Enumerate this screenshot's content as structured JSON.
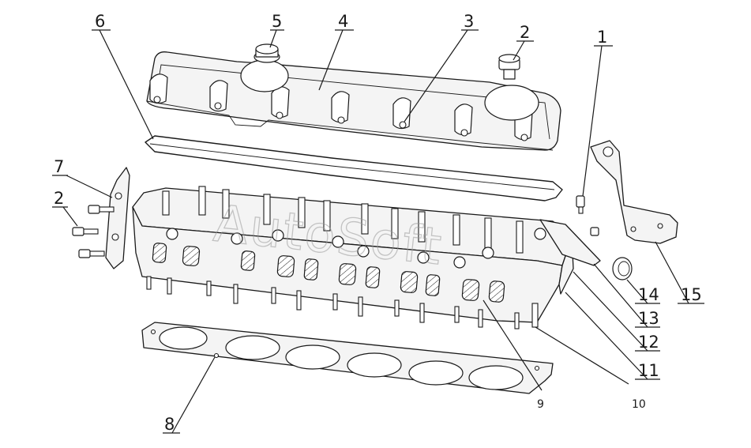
{
  "diagram": {
    "watermark": "AutoSoft",
    "callouts": [
      {
        "id": "1",
        "label": "1"
      },
      {
        "id": "2a",
        "label": "2"
      },
      {
        "id": "3",
        "label": "3"
      },
      {
        "id": "4",
        "label": "4"
      },
      {
        "id": "5",
        "label": "5"
      },
      {
        "id": "6",
        "label": "6"
      },
      {
        "id": "7",
        "label": "7"
      },
      {
        "id": "2b",
        "label": "2"
      },
      {
        "id": "8",
        "label": "8"
      },
      {
        "id": "9",
        "label": "9"
      },
      {
        "id": "10",
        "label": "10"
      },
      {
        "id": "11",
        "label": "11"
      },
      {
        "id": "12",
        "label": "12"
      },
      {
        "id": "13",
        "label": "13"
      },
      {
        "id": "14",
        "label": "14"
      },
      {
        "id": "15",
        "label": "15"
      }
    ]
  }
}
